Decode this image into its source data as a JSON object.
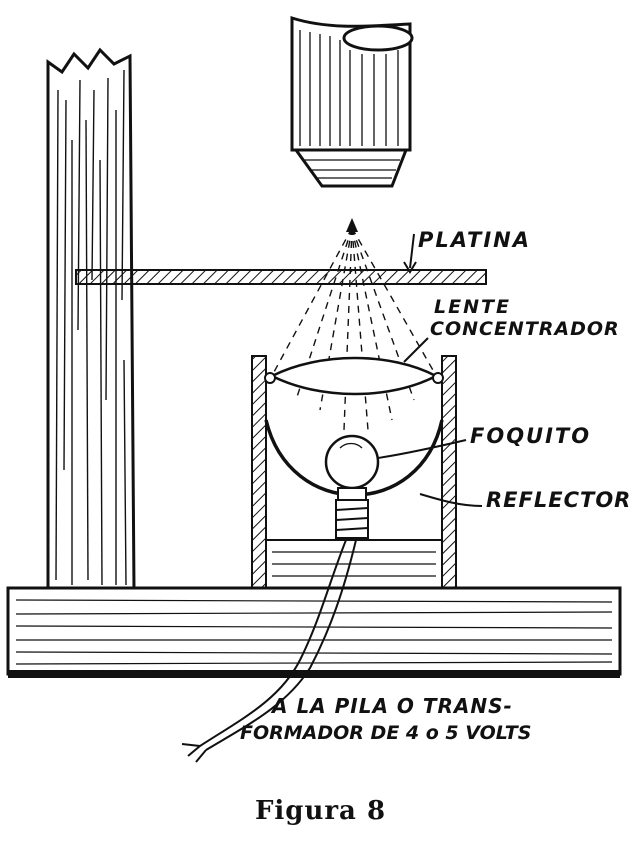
{
  "labels": {
    "platina": "PLATINA",
    "lente_line1": "LENTE",
    "lente_line2": "CONCENTRADOR",
    "foquito": "FOQUITO",
    "reflector": "REFLECTOR",
    "power_line1": "A LA PILA O TRANS-",
    "power_line2": "FORMADOR DE 4 o 5 VOLTS"
  },
  "caption": "Figura 8",
  "colors": {
    "ink": "#111111",
    "paper": "#ffffff"
  }
}
